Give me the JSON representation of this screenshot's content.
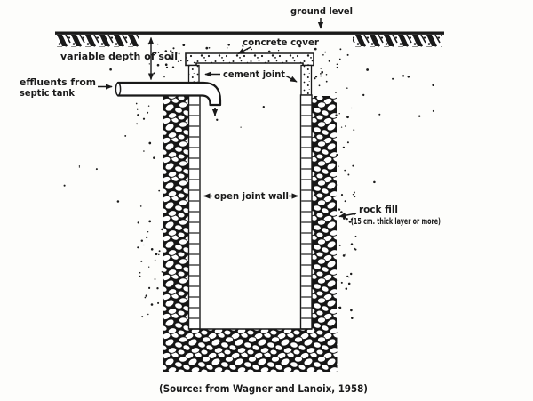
{
  "figure": {
    "labels": {
      "ground_level": "ground level",
      "variable_depth_of_soil": "variable depth of soil",
      "effluents_line1": "effluents from",
      "effluents_line2": "septic tank",
      "concrete_cover": "concrete cover",
      "cement_joint": "cement joint",
      "open_joint_wall": "open joint wall",
      "rock_fill_line1": "rock fill",
      "rock_fill_line2": "(15 cm. thick layer or more)",
      "source": "(Source: from Wagner and Lanoix, 1958)"
    },
    "colors": {
      "ink": "#1a1a1a",
      "paper": "#fdfdfb"
    }
  }
}
